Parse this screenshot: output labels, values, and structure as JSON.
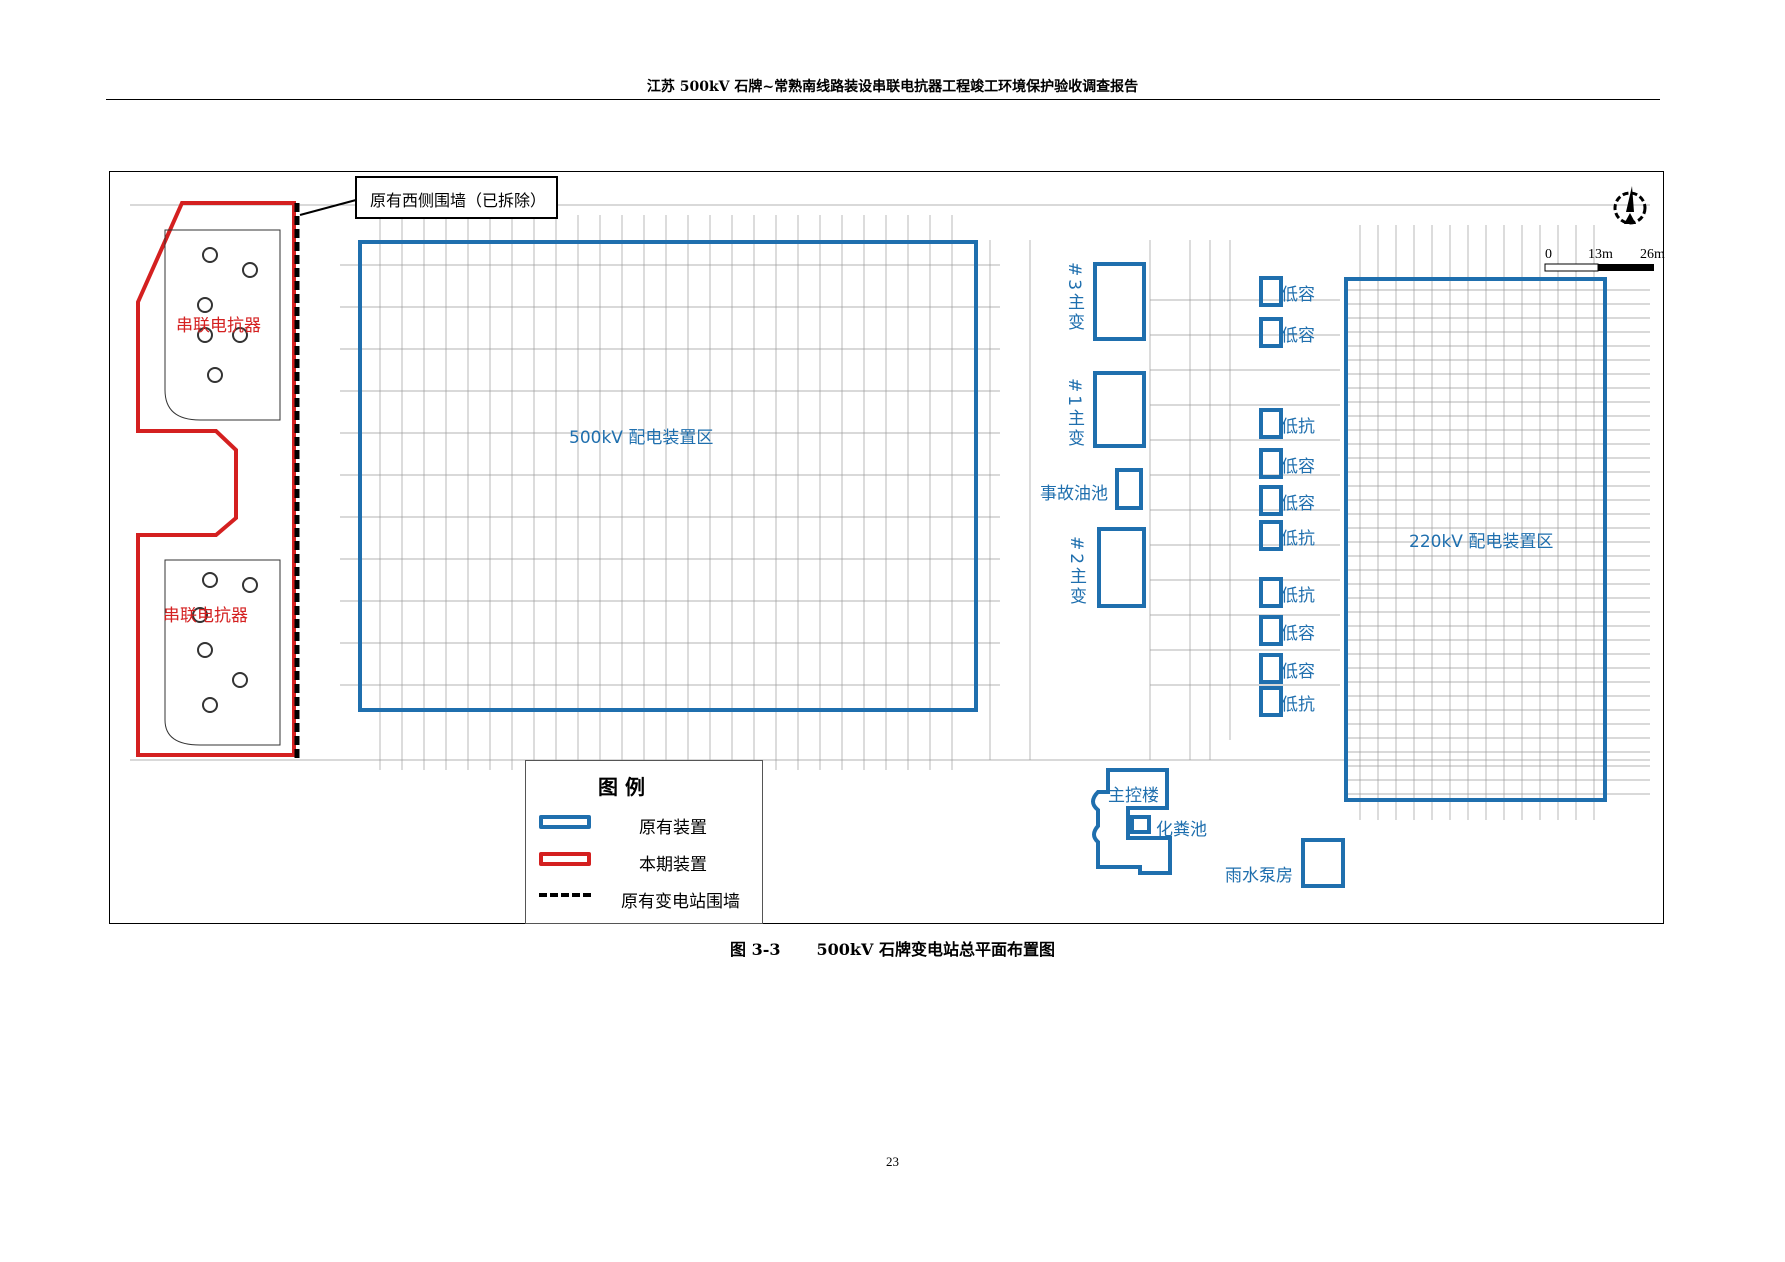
{
  "header": {
    "title": "江苏 500kV 石牌~常熟南线路装设串联电抗器工程竣工环境保护验收调查报告"
  },
  "figure": {
    "callout": "原有西侧围墙（已拆除）",
    "areas": {
      "area_500kv": "500kV 配电装置区",
      "area_220kv": "220kV 配电装置区",
      "series_reactor_1": "串联电抗器",
      "series_reactor_2": "串联电抗器",
      "transformer_3": "#3主变",
      "transformer_1": "#1主变",
      "transformer_2": "#2主变",
      "oil_pit": "事故油池",
      "main_control": "主控楼",
      "septic_tank": "化粪池",
      "rain_pump": "雨水泵房"
    },
    "low_voltage_units": [
      "低容",
      "低容",
      "低抗",
      "低容",
      "低容",
      "低抗",
      "低抗",
      "低容",
      "低容",
      "低抗"
    ],
    "scale_bar": {
      "zero": "0",
      "mid": "13m",
      "end": "26m"
    },
    "legend": {
      "title": "图    例",
      "items": [
        {
          "label": "原有装置",
          "color": "#1f6fae"
        },
        {
          "label": "本期装置",
          "color": "#d42020"
        },
        {
          "label": "原有变电站围墙",
          "color": "#000000"
        }
      ]
    },
    "caption_number": "图 3-3",
    "caption_text": "500kV 石牌变电站总平面布置图"
  },
  "page_number": "23",
  "colors": {
    "existing": "#1f6fae",
    "new": "#d42020"
  }
}
